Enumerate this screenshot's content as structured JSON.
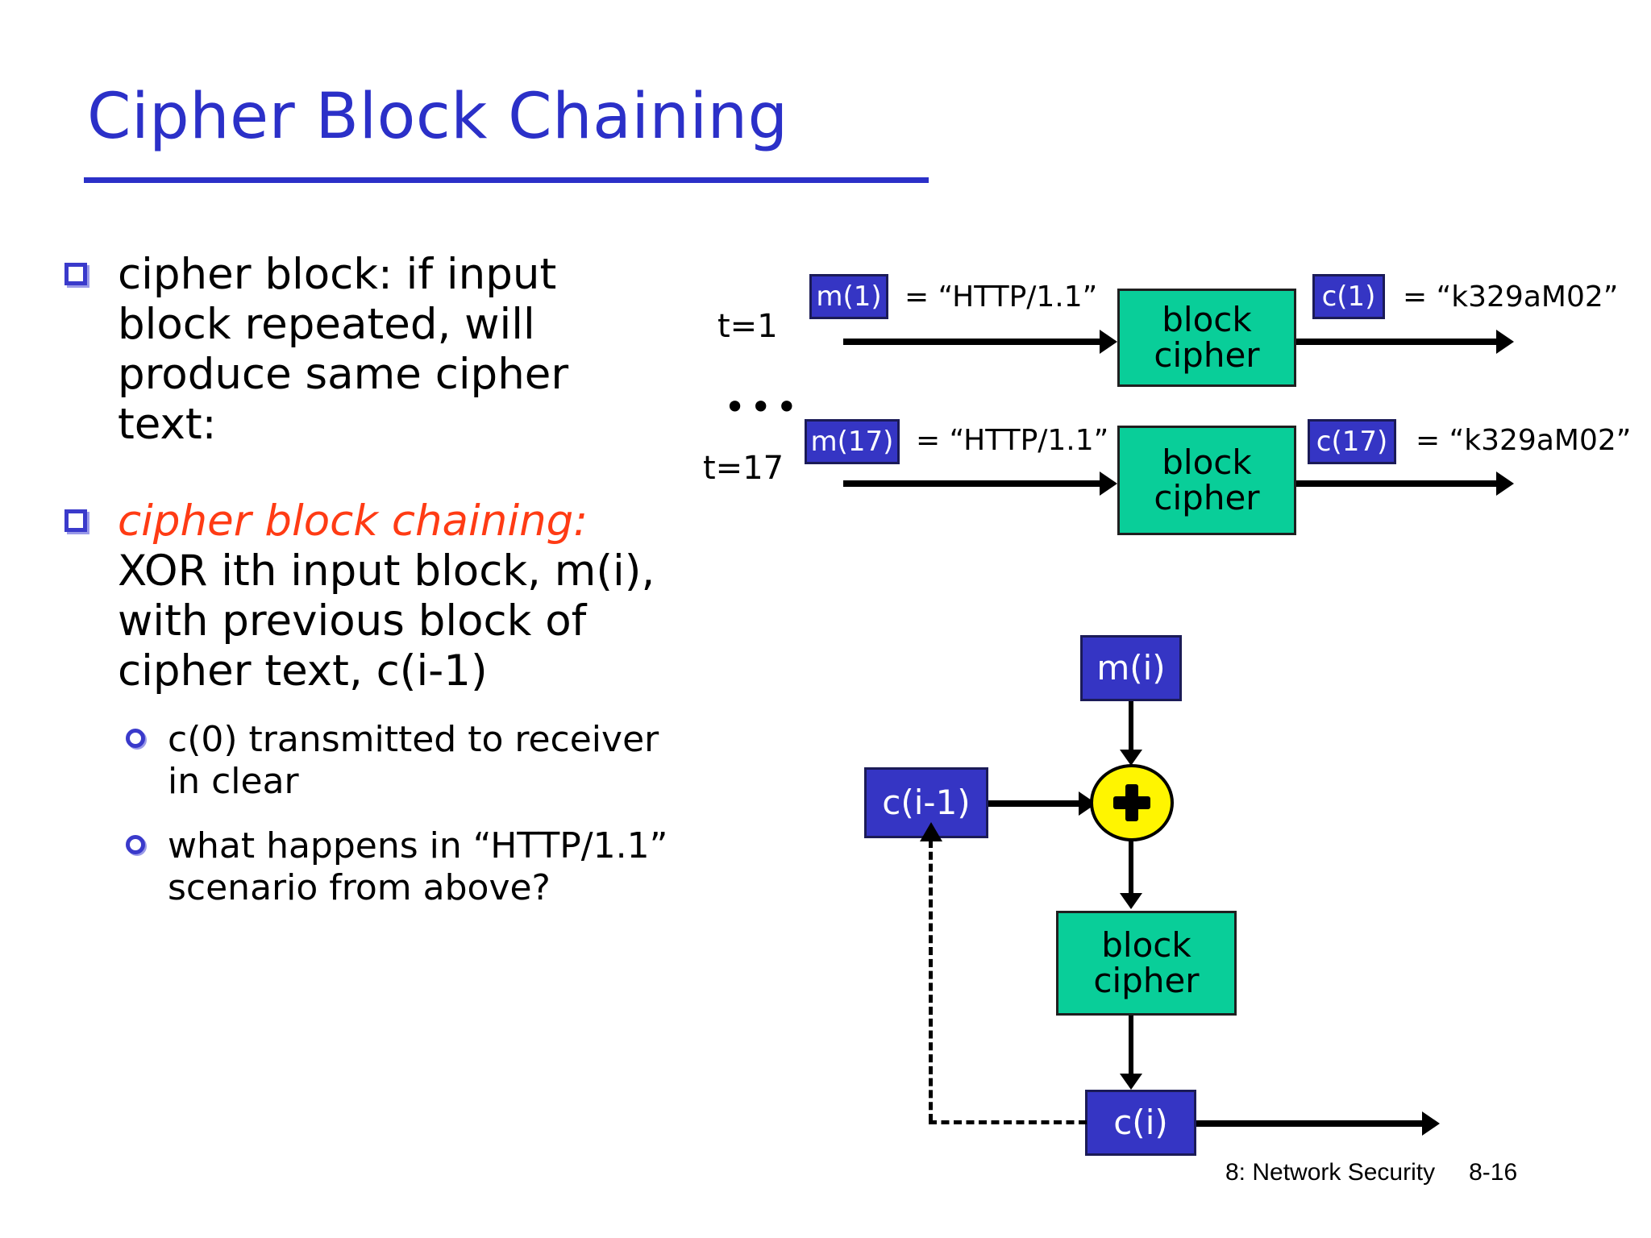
{
  "slide": {
    "title": "Cipher Block Chaining",
    "title_color": "#2B30C8",
    "footer_course": "8: Network Security",
    "footer_page": "8-16"
  },
  "content": {
    "bullets": [
      {
        "marker": "square",
        "text": "cipher block: if input block repeated, will produce same cipher text:"
      },
      {
        "marker": "square",
        "emphasis_text": "cipher block chaining:",
        "emphasis_color": "#FF3B14",
        "text": " XOR ith input block, m(i), with previous block of cipher text, c(i-1)",
        "sub_bullets": [
          {
            "marker": "circle",
            "text": "c(0) transmitted to receiver in clear"
          },
          {
            "marker": "circle",
            "text": "what happens in “HTTP/1.1” scenario from above?"
          }
        ]
      }
    ]
  },
  "diagram_ecb": {
    "rows": [
      {
        "time_label": "t=1",
        "input_box": "m(1)",
        "input_value": "= “HTTP/1.1”",
        "cipher_box_line1": "block",
        "cipher_box_line2": "cipher",
        "output_box": "c(1)",
        "output_value": "= “k329aM02”"
      },
      {
        "time_label": "t=17",
        "input_box": "m(17)",
        "input_value": "= “HTTP/1.1”",
        "cipher_box_line1": "block",
        "cipher_box_line2": "cipher",
        "output_box": "c(17)",
        "output_value": "= “k329aM02”"
      }
    ],
    "ellipsis": "•••"
  },
  "diagram_cbc": {
    "input_box": "m(i)",
    "prev_cipher_box": "c(i-1)",
    "xor_symbol": "+",
    "cipher_box_line1": "block",
    "cipher_box_line2": "cipher",
    "output_box": "c(i)"
  },
  "colors": {
    "blue_box": "#3535C4",
    "green_box": "#09CE99",
    "xor_yellow": "#FFF500",
    "accent_red": "#FF3B14",
    "title_blue": "#2B30C8",
    "bullet_blue": "#3A3ACB"
  }
}
